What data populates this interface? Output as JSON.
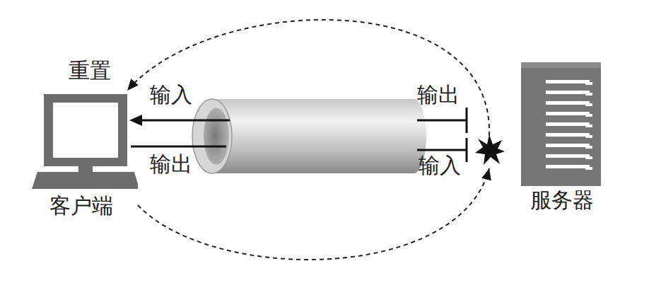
{
  "diagram": {
    "nodes": [
      {
        "text": [
          "客户端"
        ]
      },
      {
        "text": [
          "服务器"
        ]
      }
    ],
    "edges": [
      {
        "from": 1,
        "to": 0,
        "arrow": "to",
        "label": "重置"
      },
      {
        "from": 0,
        "to": 1,
        "arrow": "to"
      }
    ],
    "labels": [
      "输入",
      "输出",
      "输出",
      "输入"
    ]
  }
}
